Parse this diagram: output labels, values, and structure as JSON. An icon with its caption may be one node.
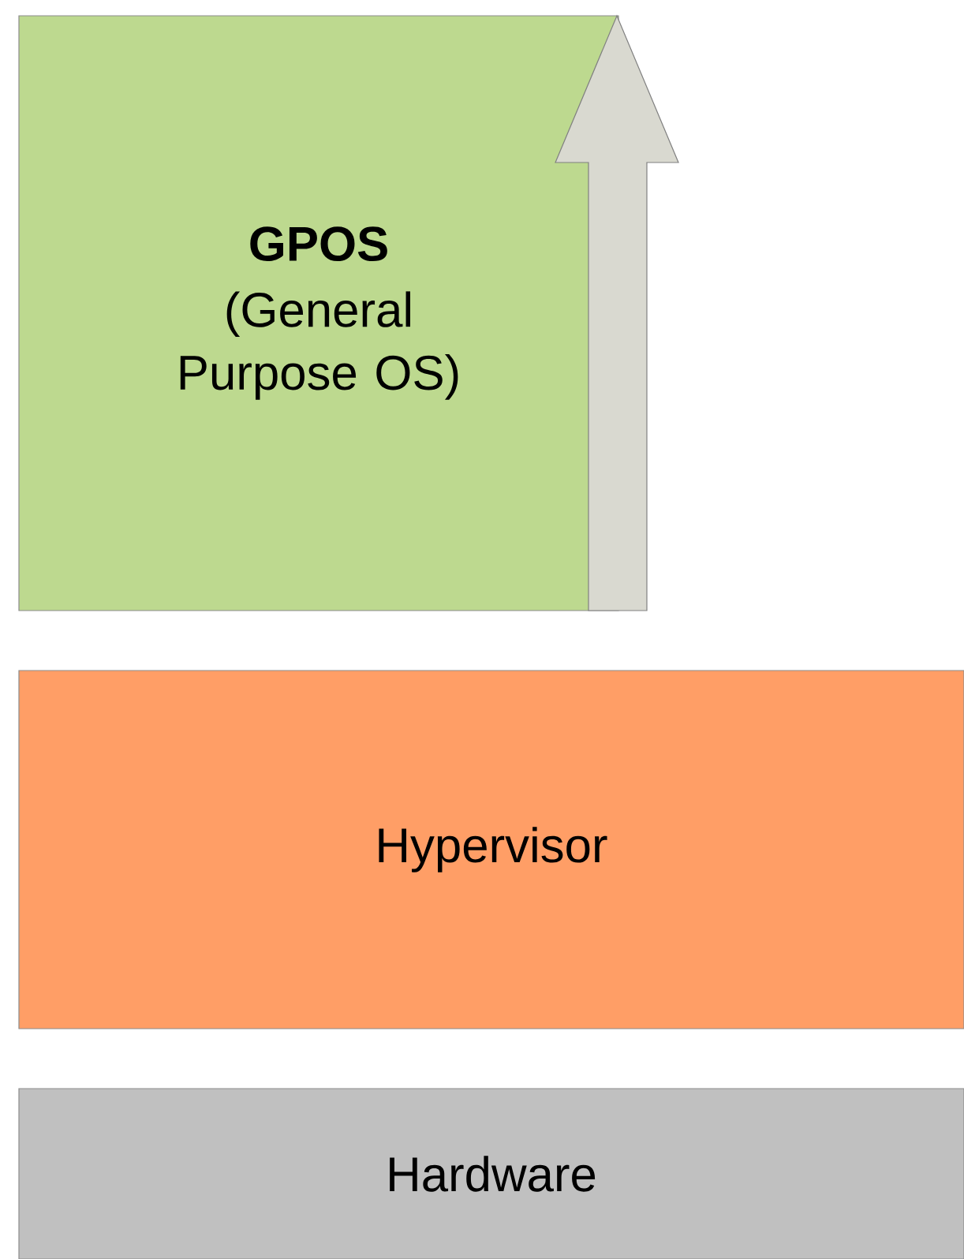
{
  "diagram": {
    "nodes": [
      {
        "text": [
          "GPOS",
          "(General Purpose OS)"
        ]
      },
      {
        "text": [
          "Hypervisor"
        ]
      },
      {
        "text": [
          "Hardware"
        ]
      }
    ]
  }
}
